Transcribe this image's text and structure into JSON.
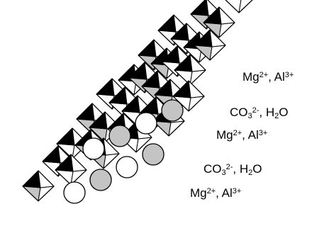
{
  "colors": {
    "edge": "#000000",
    "face_light": "#ffffff",
    "face_dark": "#000000",
    "face_grey": "#c4c4c4",
    "anion_fill": "#ffffff",
    "water_fill": "#c4c4c4"
  },
  "layers": [
    {
      "kind": "cation",
      "parts": [
        {
          "t": "Mg"
        },
        {
          "t": "2+",
          "sup": true
        },
        {
          "t": ", Al"
        },
        {
          "t": "3+",
          "sup": true
        }
      ]
    },
    {
      "kind": "interlayer",
      "parts": [
        {
          "t": "CO"
        },
        {
          "t": "3",
          "sub": true
        },
        {
          "t": "2-",
          "sup": true
        },
        {
          "t": ", H"
        },
        {
          "t": "2",
          "sub": true
        },
        {
          "t": "O"
        }
      ]
    },
    {
      "kind": "cation",
      "parts": [
        {
          "t": "Mg"
        },
        {
          "t": "2+",
          "sup": true
        },
        {
          "t": ", Al"
        },
        {
          "t": "3+",
          "sup": true
        }
      ]
    },
    {
      "kind": "interlayer",
      "parts": [
        {
          "t": "CO"
        },
        {
          "t": "3",
          "sub": true
        },
        {
          "t": "2-",
          "sup": true
        },
        {
          "t": ", H"
        },
        {
          "t": "2",
          "sub": true
        },
        {
          "t": "O"
        }
      ]
    },
    {
      "kind": "cation",
      "parts": [
        {
          "t": "Mg"
        },
        {
          "t": "2+",
          "sup": true
        },
        {
          "t": ", Al"
        },
        {
          "t": "3+",
          "sup": true
        }
      ]
    }
  ],
  "icons": {
    "octahedron": "octahedron-icon",
    "anion": "anion-sphere-icon",
    "water": "water-sphere-icon"
  }
}
